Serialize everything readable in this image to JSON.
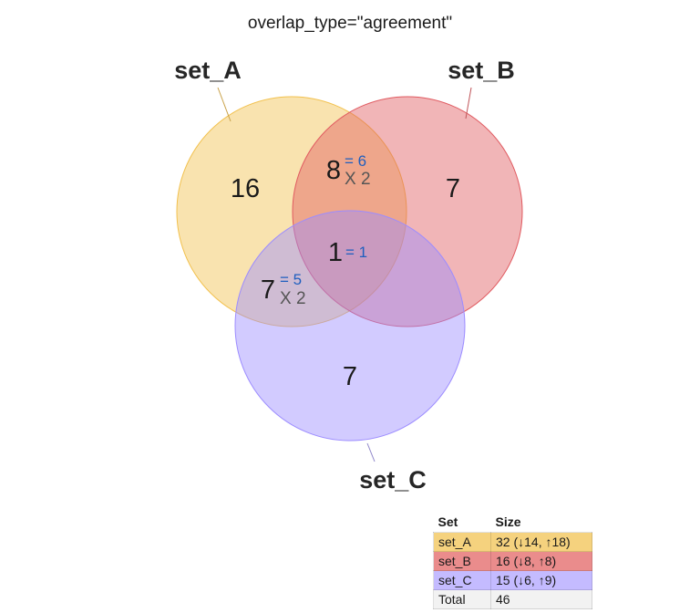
{
  "title": "overlap_type=\"agreement\"",
  "sets": [
    {
      "name": "set_A",
      "color": "#f2c14e",
      "fill_opacity": 0.45
    },
    {
      "name": "set_B",
      "color": "#e05a60",
      "fill_opacity": 0.45
    },
    {
      "name": "set_C",
      "color": "#9c8cff",
      "fill_opacity": 0.45
    }
  ],
  "regions": [
    {
      "id": "A_only",
      "count": "16"
    },
    {
      "id": "B_only",
      "count": "7"
    },
    {
      "id": "C_only",
      "count": "7"
    },
    {
      "id": "AB",
      "count": "8",
      "agree": "= 6",
      "disagree": "X 2"
    },
    {
      "id": "AC",
      "count": "7",
      "agree": "= 5",
      "disagree": "X 2"
    },
    {
      "id": "ABC",
      "count": "1",
      "agree": "= 1"
    }
  ],
  "legend": {
    "headers": [
      "Set",
      "Size"
    ],
    "rows": [
      {
        "set": "set_A",
        "size": "32 (↓14, ↑18)",
        "color": "#f5d27e"
      },
      {
        "set": "set_B",
        "size": "16 (↓8, ↑8)",
        "color": "#ea8c8c"
      },
      {
        "set": "set_C",
        "size": "15 (↓6, ↑9)",
        "color": "#c4bbff"
      },
      {
        "set": "Total",
        "size": "46",
        "color": "#f2f2f2"
      }
    ]
  }
}
